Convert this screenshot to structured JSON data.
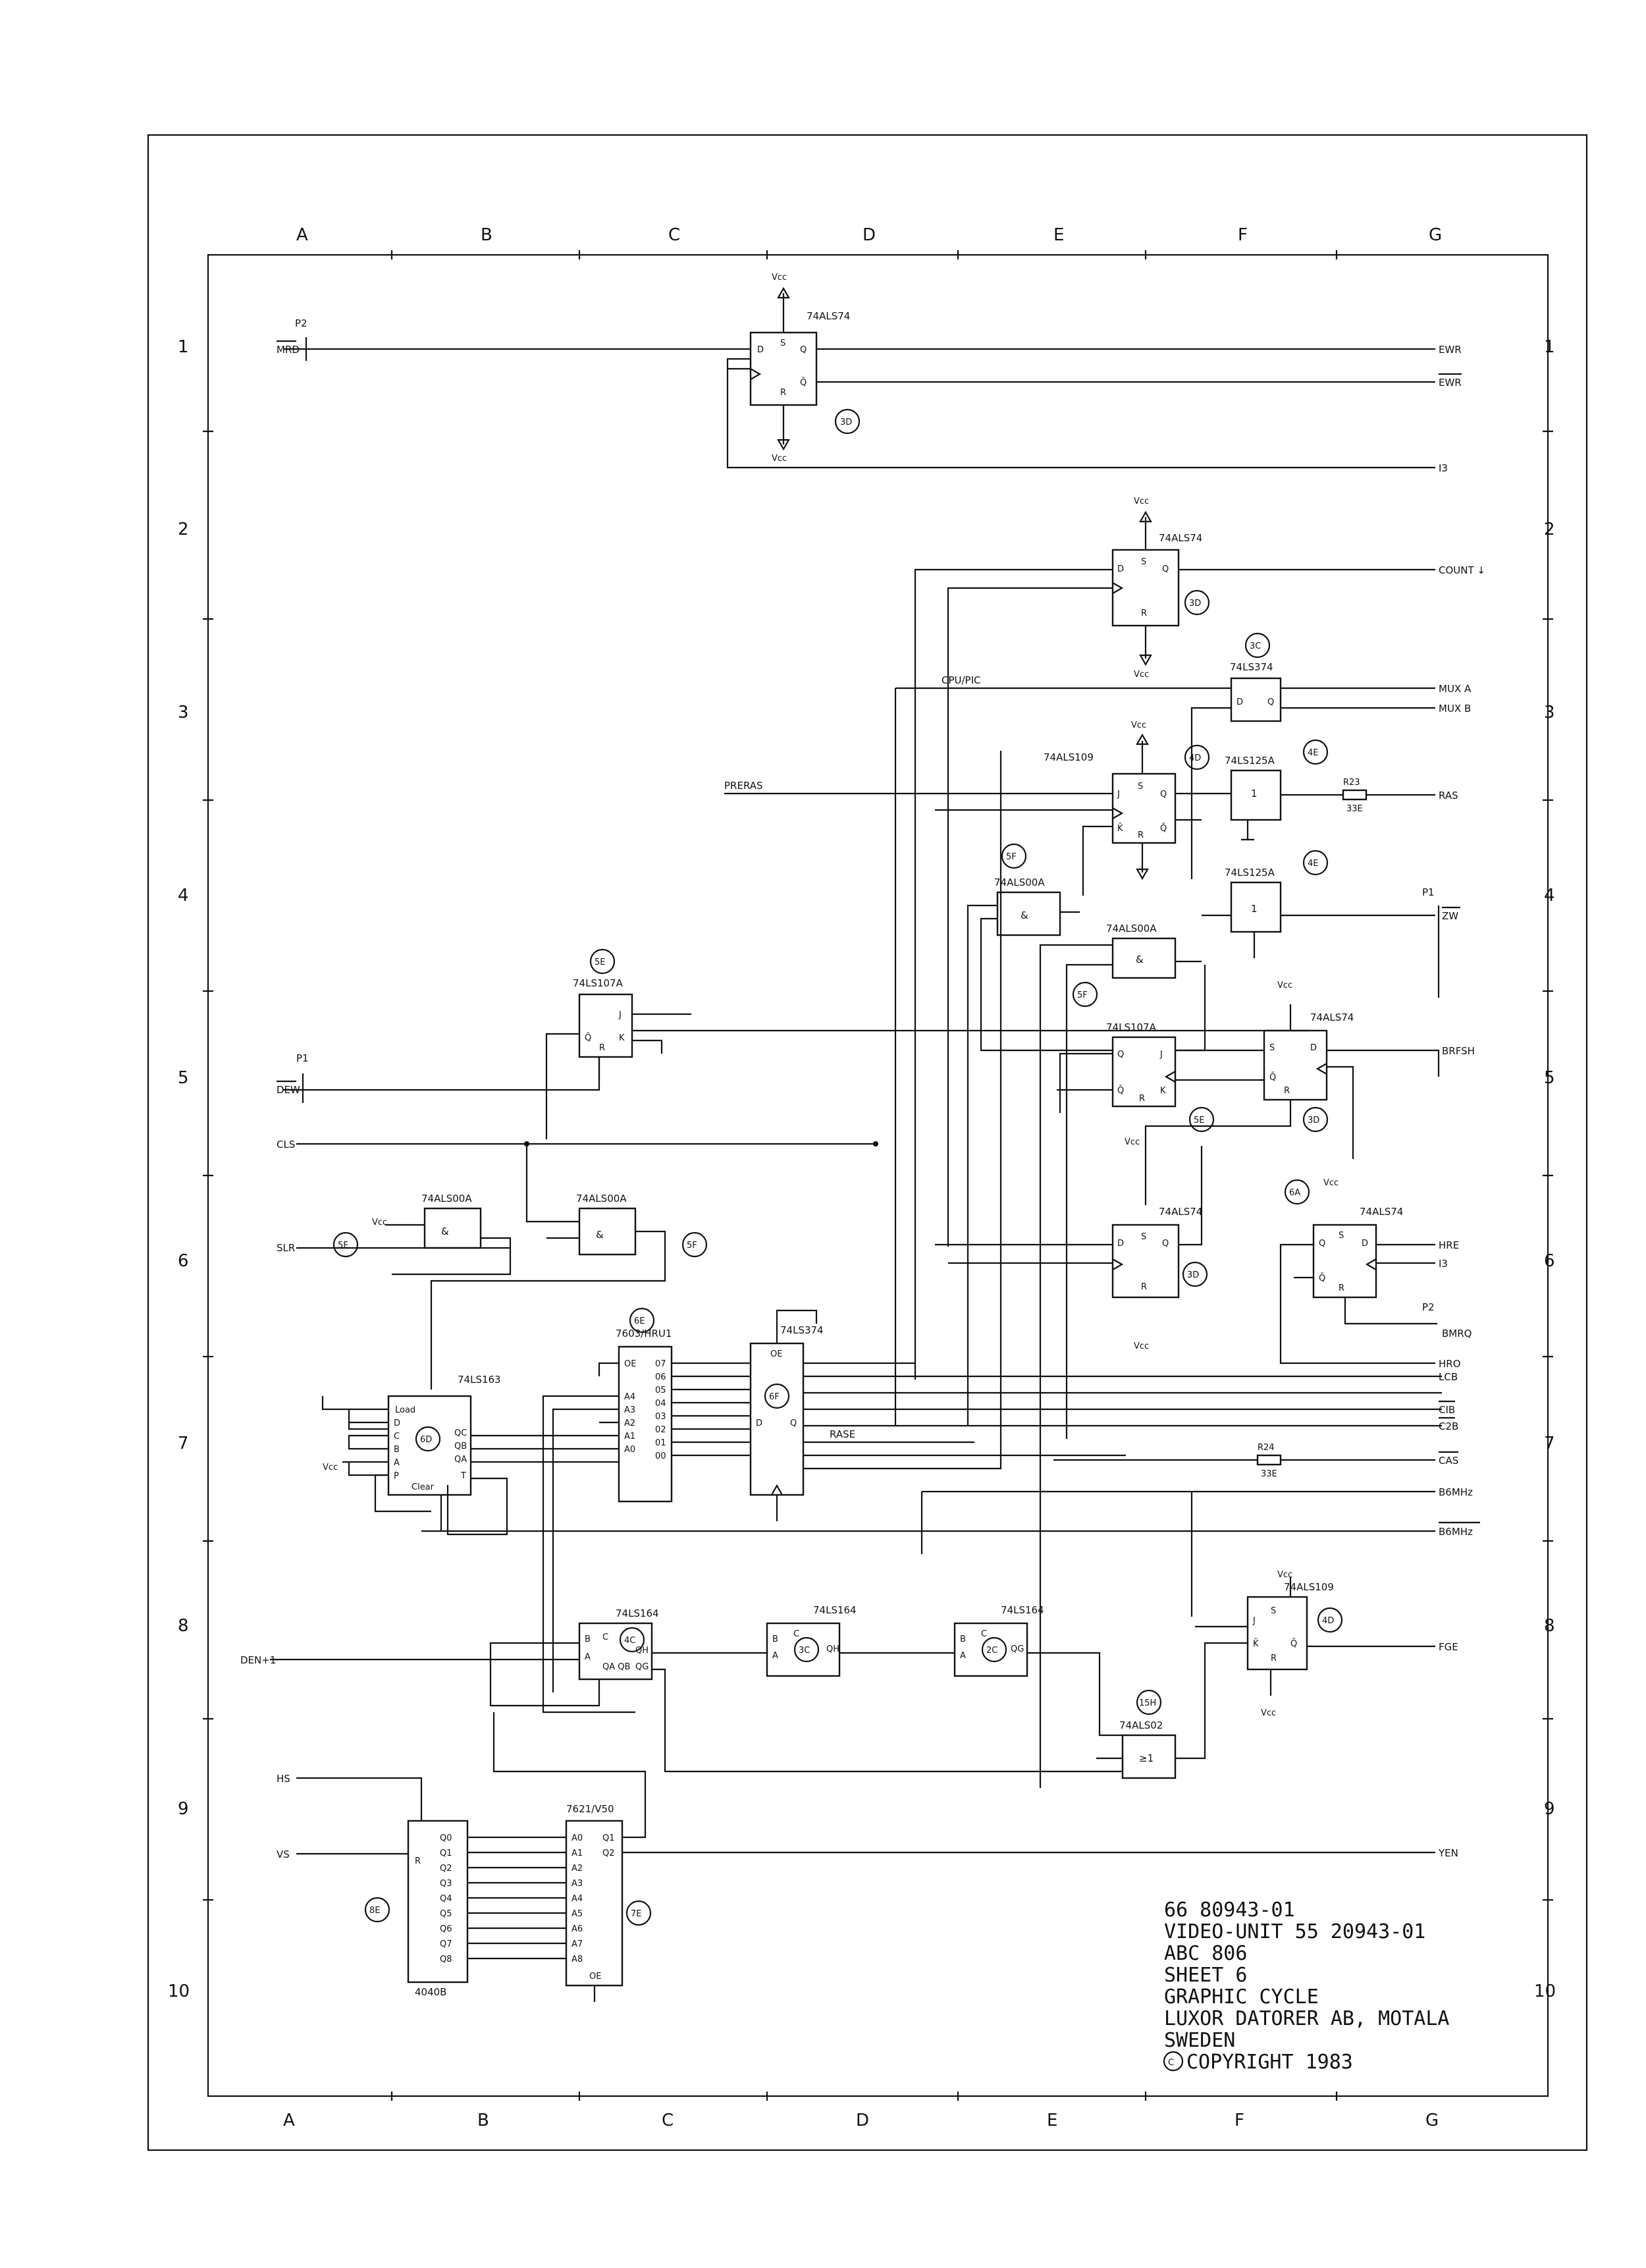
{
  "border": {
    "columns": [
      "A",
      "B",
      "C",
      "D",
      "E",
      "F",
      "G"
    ],
    "rows": [
      "1",
      "2",
      "3",
      "4",
      "5",
      "6",
      "7",
      "8",
      "9",
      "10"
    ]
  },
  "title_block": {
    "line1": "66 80943-01",
    "line2": "VIDEO-UNIT 55 20943-01",
    "line3": "ABC 806",
    "line4": "SHEET 6",
    "line5": "GRAPHIC CYCLE",
    "line6": "LUXOR DATORER AB, MOTALA",
    "line7": "SWEDEN",
    "line8": "COPYRIGHT 1983"
  },
  "signals_in": {
    "mrd": "MRD",
    "p2": "P2",
    "dew": "DEW",
    "p1": "P1",
    "cls": "CLS",
    "slr": "SLR",
    "den": "DEN+1",
    "hs": "HS",
    "vs": "VS",
    "preras": "PRERAS",
    "cpu_pic": "CPU/PIC"
  },
  "signals_out": {
    "ewr": "EWR",
    "ewr_n": "EWR",
    "i3": "I3",
    "count": "COUNT ↓",
    "mux_a": "MUX A",
    "mux_b": "MUX B",
    "ras": "RAS",
    "zw": "ZW",
    "brfsh": "BRFSH",
    "hre": "HRE",
    "i3b": "I3",
    "bmrq": "BMRQ",
    "hro": "HRO",
    "lcb": "LCB",
    "cib": "CIB",
    "c2b": "C2B",
    "cas": "CAS",
    "b6mhz": "B6MHz",
    "b6mhz_n": "B6MHz",
    "fge": "FGE",
    "yen": "YEN",
    "rase": "RASE"
  },
  "chips": {
    "ls74_3d_top": "74ALS74",
    "ls74_3d_count": "74ALS74",
    "ls374_3c": "74LS374",
    "als109_4d": "74ALS109",
    "ls125_4e_a": "74LS125A",
    "ls125_4e_b": "74LS125A",
    "als00_5f_a": "74ALS00A",
    "als00_5f_b": "74ALS00A",
    "ls107_5e_a": "74LS107A",
    "ls107_5e_b": "74LS107A",
    "als74_5d_b": "74ALS74",
    "als74_5d_c": "74ALS74",
    "als74_6a": "74ALS74",
    "als00_left": "74ALS00A",
    "als00_mid": "74ALS00A",
    "ls163": "74LS163",
    "hru1": "7603/HRU1",
    "ls374_6f": "74LS374",
    "ls164_4c": "74LS164",
    "ls164_3c": "74LS164",
    "ls164_2c": "74LS164",
    "als109_4d_b": "74ALS109",
    "als02": "74ALS02",
    "c4040": "4040B",
    "v50": "7621/V50"
  },
  "refs": {
    "r3d": "3D",
    "r3c": "3C",
    "r4d": "4D",
    "r4e": "4E",
    "r5f": "5F",
    "r5e": "5E",
    "r6a": "6A",
    "r6d": "6D",
    "r6e": "6E",
    "r6f": "6F",
    "r4c": "4C",
    "r2c": "2C",
    "r15h": "15H",
    "r8e": "8E",
    "r7e": "7E"
  },
  "resistors": {
    "r23": "R23",
    "r23v": "33E",
    "r24": "R24",
    "r24v": "33E"
  },
  "vcc": "Vcc"
}
